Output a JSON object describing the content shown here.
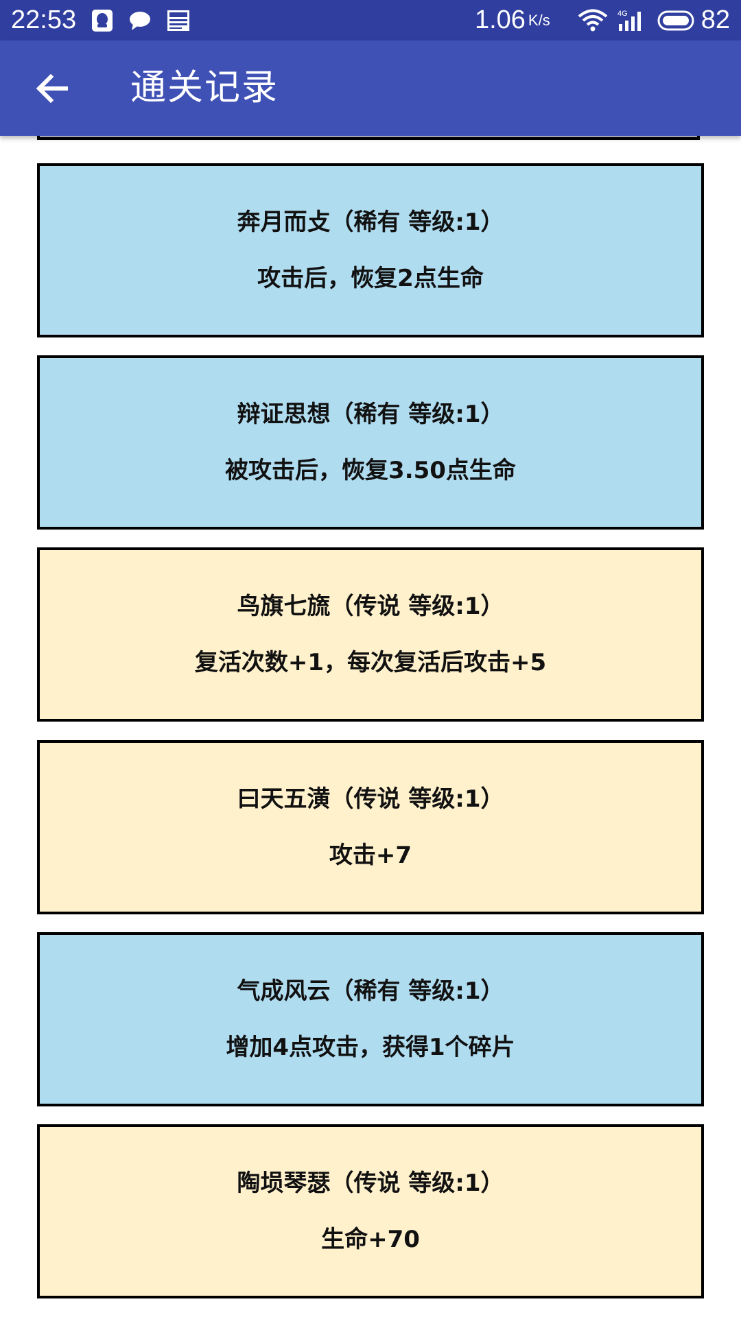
{
  "status_bar": {
    "time": "22:53",
    "notification_icons": [
      "qq-icon",
      "chat-bubble-icon",
      "news-icon"
    ],
    "net_speed": "1.06",
    "net_speed_unit": "K/s",
    "signal_label": "4G",
    "battery": "82"
  },
  "app_bar": {
    "title": "通关记录",
    "back_icon": "arrow-left-icon"
  },
  "colors": {
    "status_bar": "#303f9f",
    "app_bar": "#3f51b5",
    "rare_card": "#b0dcf0",
    "legend_card": "#fff1cc"
  },
  "records": [
    {
      "title": "奔月而攴（稀有 等级:1）",
      "desc": "攻击后，恢复2点生命",
      "rarity": "rare"
    },
    {
      "title": "辩证思想（稀有 等级:1）",
      "desc": "被攻击后，恢复3.50点生命",
      "rarity": "rare"
    },
    {
      "title": "鸟旗七旒（传说 等级:1）",
      "desc": "复活次数+1，每次复活后攻击+5",
      "rarity": "legend"
    },
    {
      "title": "曰天五潢（传说 等级:1）",
      "desc": "攻击+7",
      "rarity": "legend"
    },
    {
      "title": "气成风云（稀有 等级:1）",
      "desc": "增加4点攻击，获得1个碎片",
      "rarity": "rare"
    },
    {
      "title": "陶埙琴瑟（传说 等级:1）",
      "desc": "生命+70",
      "rarity": "legend"
    }
  ]
}
